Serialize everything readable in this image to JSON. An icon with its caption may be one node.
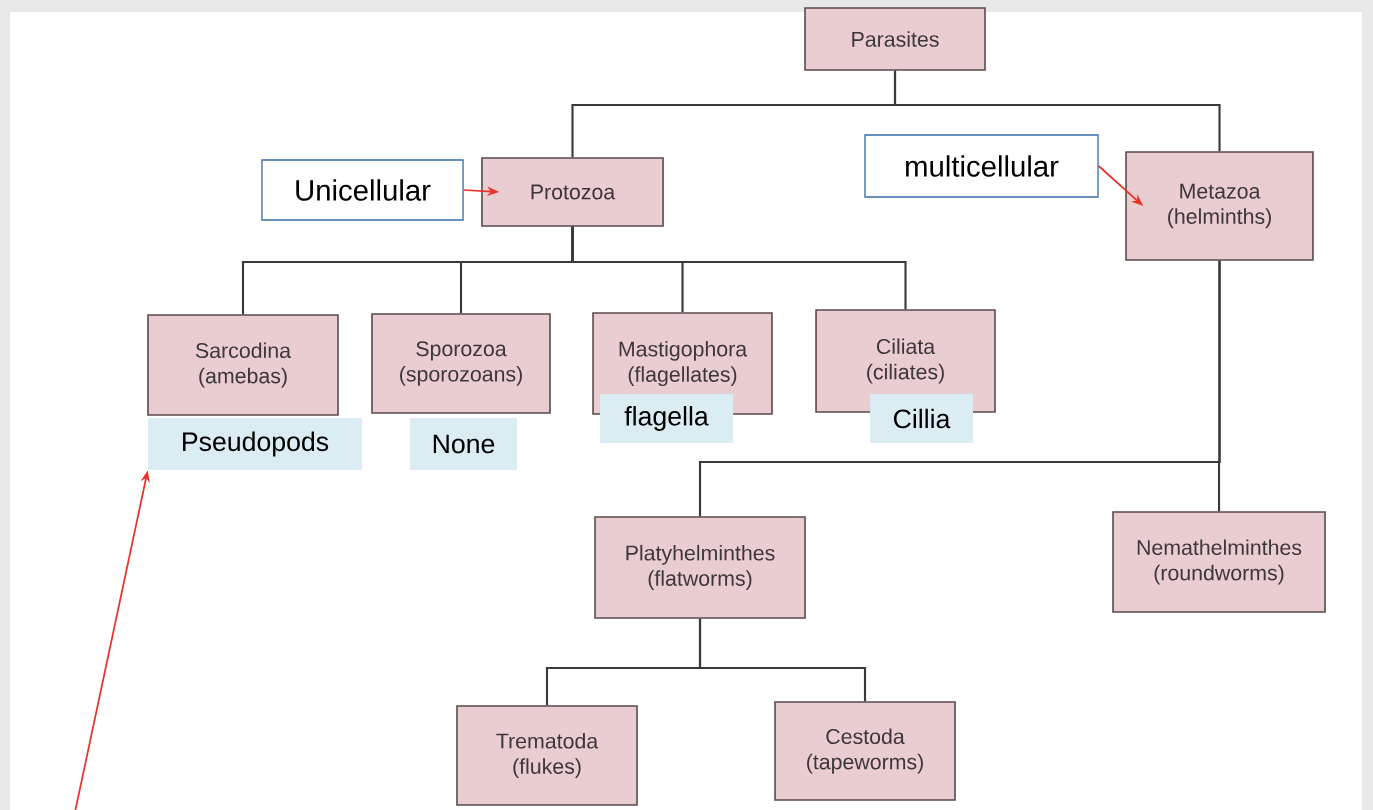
{
  "diagram": {
    "nodes": [
      {
        "text": [
          "Parasites"
        ]
      },
      {
        "text": [
          "Unicellular"
        ]
      },
      {
        "text": [
          "Protozoa"
        ]
      },
      {
        "text": [
          "multicellular"
        ]
      },
      {
        "text": [
          "Metazoa (helminths)"
        ]
      },
      {
        "text": [
          "Sarcodina (amebas)"
        ]
      },
      {
        "text": [
          "Sporozoa (sporozoans)"
        ]
      },
      {
        "text": [
          "Mastigophora (flagellates)"
        ]
      },
      {
        "text": [
          "Ciliata (ciliates)"
        ]
      },
      {
        "text": [
          "Pseudopods"
        ]
      },
      {
        "text": [
          "None"
        ]
      },
      {
        "text": [
          "flagella"
        ]
      },
      {
        "text": [
          "Cillia"
        ]
      },
      {
        "text": [
          "Platyhelminthes (flatworms)"
        ]
      },
      {
        "text": [
          "Nemathelminthes (roundworms)"
        ]
      },
      {
        "text": [
          "Trematoda (flukes)"
        ]
      },
      {
        "text": [
          "Cestoda (tapeworms)"
        ]
      }
    ],
    "edges": [
      {
        "from": 0,
        "to": 2,
        "arrow": "none"
      },
      {
        "from": 0,
        "to": 4,
        "arrow": "none"
      },
      {
        "from": 1,
        "to": 2,
        "arrow": "to",
        "color": "#e8322a"
      },
      {
        "from": 3,
        "to": 4,
        "arrow": "to",
        "color": "#e8322a"
      },
      {
        "from": 2,
        "to": 5,
        "arrow": "none"
      },
      {
        "from": 2,
        "to": 6,
        "arrow": "none"
      },
      {
        "from": 2,
        "to": 7,
        "arrow": "none"
      },
      {
        "from": 2,
        "to": 8,
        "arrow": "none"
      },
      {
        "from": 4,
        "to": 13,
        "arrow": "none"
      },
      {
        "from": 4,
        "to": 14,
        "arrow": "none"
      },
      {
        "from": 13,
        "to": 15,
        "arrow": "none"
      },
      {
        "from": 13,
        "to": 16,
        "arrow": "none"
      },
      {
        "from": null,
        "to": 9,
        "arrow": "to",
        "color": "#e8322a"
      }
    ]
  }
}
